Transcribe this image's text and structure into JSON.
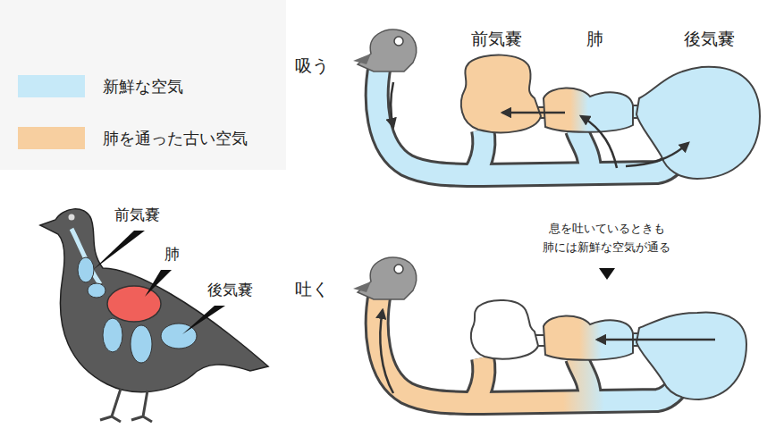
{
  "diagram": {
    "labels": [
      "吸う",
      "前気嚢",
      "肺",
      "後気嚢",
      "吐く",
      "息を吐いているときも 肺には新鮮な空気が通る",
      "前気嚢",
      "肺",
      "後気嚢"
    ],
    "legend": [
      {
        "text": "新鮮な空気",
        "color": "#c6e9f8"
      },
      {
        "text": "肺を通った古い空気",
        "color": "#f7cfa0"
      }
    ]
  }
}
